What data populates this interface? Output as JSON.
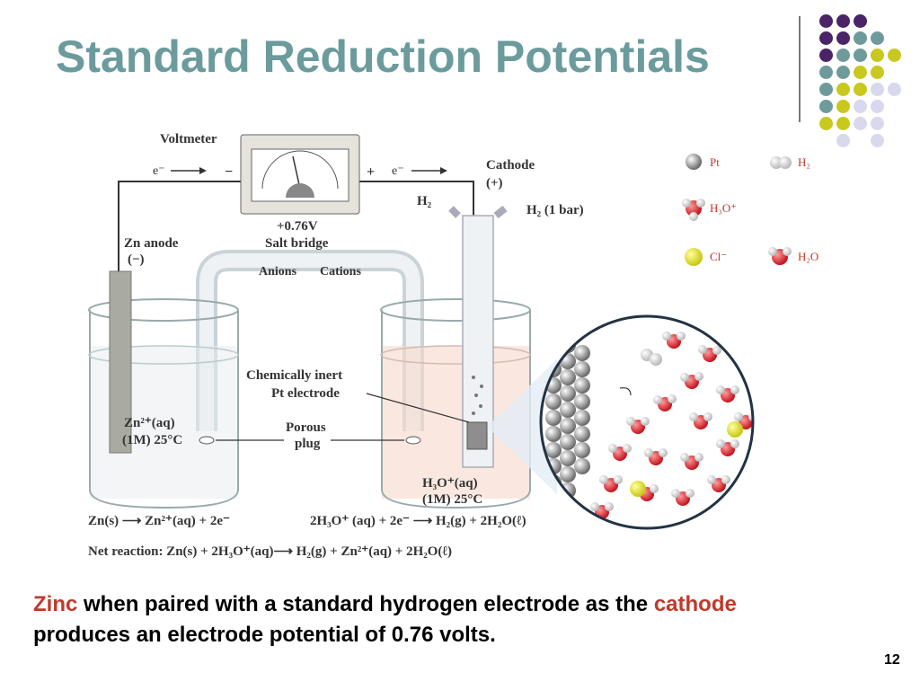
{
  "slide": {
    "title": "Standard Reduction Potentials",
    "page_number": "12",
    "accent_colors": {
      "title": "#6b9b9c",
      "purple": "#4a2466",
      "teal": "#6f9a9b",
      "yellow": "#c8c81e",
      "lavender": "#d8d8ee",
      "highlight": "#c0392b"
    }
  },
  "diagram": {
    "voltmeter": "Voltmeter",
    "electron_left": "e⁻",
    "electron_right": "e⁻",
    "minus_sign": "−",
    "plus_sign": "+",
    "reading": "+0.76V",
    "salt_bridge": "Salt bridge",
    "anions": "Anions",
    "cations": "Cations",
    "zn_anode": "Zn anode",
    "zn_anode_sign": "(−)",
    "cathode": "Cathode",
    "cathode_sign": "(+)",
    "h2_left": "H₂",
    "h2_bar": "H₂ (1 bar)",
    "inert_line1": "Chemically inert",
    "inert_line2": "Pt electrode",
    "porous_line1": "Porous",
    "porous_line2": "plug",
    "zn_ion_line1": "Zn²⁺(aq)",
    "zn_ion_line2": "(1M) 25°C",
    "h3o_line1": "H₃O⁺(aq)",
    "h3o_line2": "(1M) 25°C",
    "anode_reaction": "Zn(s) ⟶ Zn²⁺(aq) + 2e⁻",
    "cathode_reaction": "2H₃O⁺ (aq) + 2e⁻ ⟶ H₂(g) + 2H₂O(ℓ)",
    "net_reaction": "Net reaction: Zn(s) + 2H₃O⁺(aq)⟶ H₂(g) + Zn²⁺(aq) + 2H₂O(ℓ)",
    "legend": {
      "pt": "Pt",
      "h2": "H₂",
      "h3o": "H₃O⁺",
      "cl": "Cl⁻",
      "h2o": "H₂O"
    }
  },
  "caption": {
    "word1": "Zinc",
    "text1": " when paired with a standard hydrogen electrode as the ",
    "word2": "cathode",
    "text2": "produces an electrode potential  of 0.76 volts."
  }
}
